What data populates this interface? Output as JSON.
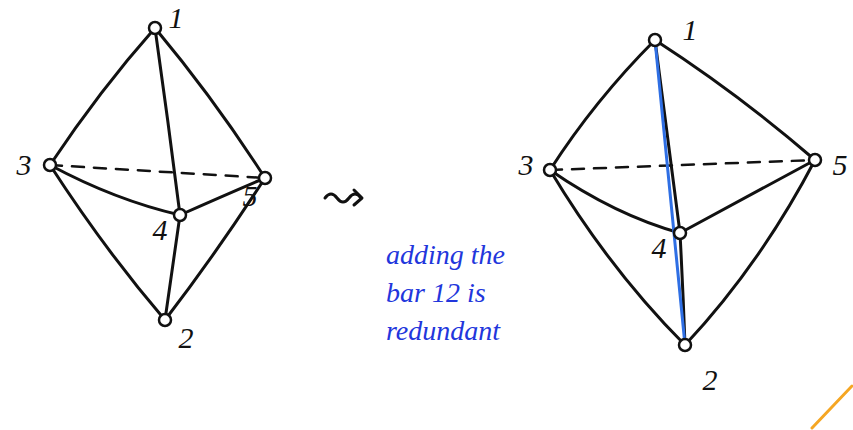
{
  "diagram": {
    "labels": [
      "1",
      "3",
      "5",
      "4",
      "2",
      "adding the bar 12 is redundant",
      "1",
      "3",
      "5",
      "4",
      "2"
    ]
  }
}
